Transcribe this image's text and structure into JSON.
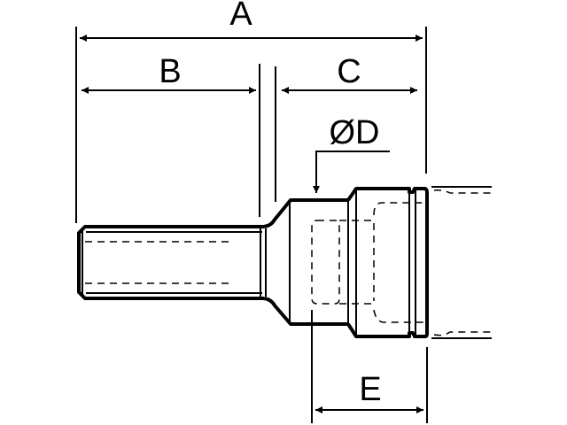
{
  "labels": {
    "A": "A",
    "B": "B",
    "C": "C",
    "D": "ØD",
    "E": "E"
  },
  "colors": {
    "line": "#000000",
    "background": "#ffffff"
  }
}
